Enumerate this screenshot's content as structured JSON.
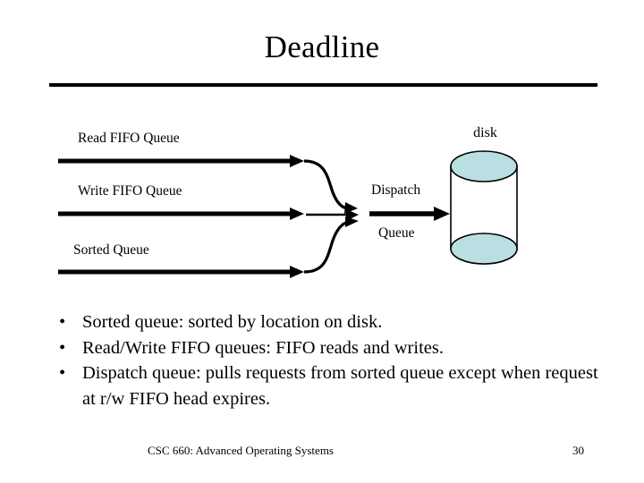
{
  "slide": {
    "title": "Deadline",
    "page_number": "30",
    "footer": "CSC 660: Advanced Operating Systems",
    "accent_color": "#b9dfe2",
    "line_color": "#000000",
    "background": "#ffffff"
  },
  "diagram": {
    "queues": [
      {
        "label": "Read FIFO Queue",
        "icon": "right-arrow-icon"
      },
      {
        "label": "Write FIFO Queue",
        "icon": "right-arrow-icon"
      },
      {
        "label": "Sorted Queue",
        "icon": "right-arrow-icon"
      }
    ],
    "dispatch": {
      "line1": "Dispatch",
      "line2": "Queue",
      "icon": "right-arrow-icon"
    },
    "disk": {
      "label": "disk",
      "icon": "cylinder-icon",
      "fill": "#b9dfe2"
    }
  },
  "bullets": [
    {
      "marker": "•",
      "text": "Sorted queue: sorted by location on disk."
    },
    {
      "marker": "•",
      "text": "Read/Write FIFO queues: FIFO reads and writes."
    },
    {
      "marker": "•",
      "text": "Dispatch queue: pulls requests from sorted queue except when request at r/w FIFO head expires."
    }
  ]
}
